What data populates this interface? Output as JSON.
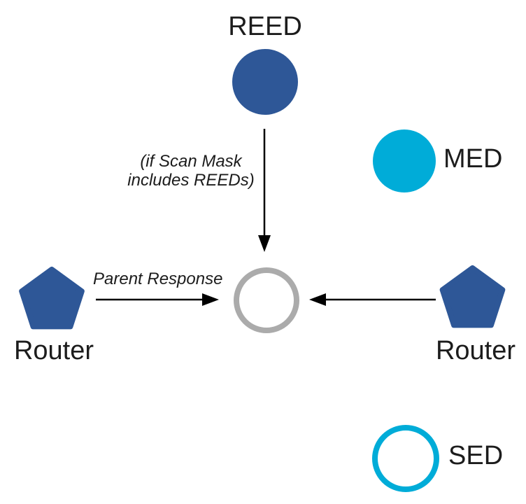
{
  "diagram": {
    "nodes": {
      "reed": {
        "label": "REED",
        "shape": "filled-circle"
      },
      "med": {
        "label": "MED",
        "shape": "filled-circle"
      },
      "joiner": {
        "shape": "outlined-circle"
      },
      "router_left": {
        "label": "Router",
        "shape": "pentagon"
      },
      "router_right": {
        "label": "Router",
        "shape": "pentagon"
      },
      "sed": {
        "label": "SED",
        "shape": "outlined-circle"
      }
    },
    "annotations": {
      "scan_mask_note": "(if Scan Mask\nincludes REEDs)",
      "parent_response_label": "Parent Response"
    },
    "colors": {
      "node_blue": "#2E5797",
      "node_cyan": "#00ACD8",
      "joiner_gray": "#ABABAB",
      "arrow": "#000000"
    }
  }
}
